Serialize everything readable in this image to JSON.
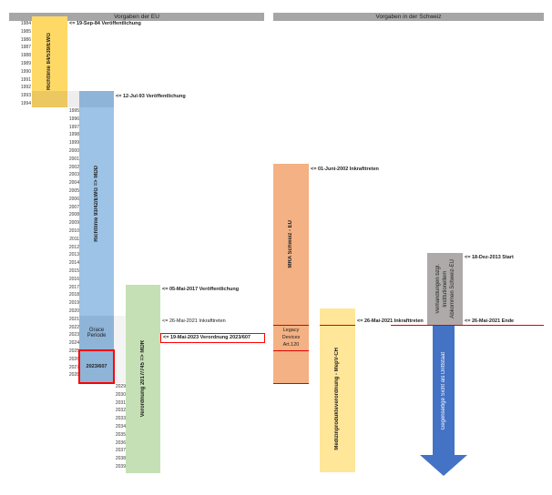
{
  "headers": {
    "eu": "Vorgaben der EU",
    "ch": "Vorgaben in der Schweiz"
  },
  "years": {
    "col1": [
      1984,
      1985,
      1986,
      1987,
      1988,
      1989,
      1990,
      1991,
      1992,
      1993,
      1994
    ],
    "col2": [
      1995,
      1996,
      1997,
      1998,
      1999,
      2000,
      2001,
      2002,
      2003,
      2004,
      2005,
      2006,
      2007,
      2008,
      2009,
      2010,
      2011,
      2012,
      2013,
      2014,
      2015,
      2016,
      2017,
      2018,
      2019,
      2020,
      2021,
      2022,
      2023,
      2024,
      2025,
      2026,
      2027,
      2028
    ],
    "col3": [
      2029,
      2030,
      2031,
      2032,
      2033,
      2034,
      2035,
      2036,
      2037,
      2038,
      2039
    ]
  },
  "eu": {
    "mdd_old": {
      "label": "Richtlinie 84/539/EWG",
      "color": "#ffd966",
      "note": "<= 19-Sep-84 Veröffentlichung"
    },
    "mdd": {
      "label": "Richtlinie 93/42/EWG => MDD",
      "color": "#9dc3e6",
      "note": "<= 12-Jul-93 Veröffentlichung"
    },
    "grace": {
      "label_line1": "Grace",
      "label_line2": "Periode"
    },
    "extension": {
      "label": "2023/607",
      "highlight": "#ff0000"
    },
    "mdr": {
      "label": "Verordnung 2017/745 => MDR",
      "color": "#c5e0b4",
      "note_pub": "<= 05-Mai-2017 Veröffentlichung",
      "note_force": "<= 26-Mai-2021 Inkrafttreten"
    },
    "amendment_note": "<= 19-Mai-2023 Verordnung 2023/607"
  },
  "ch": {
    "mra": {
      "label": "MRA Schweiz - EU",
      "color": "#f4b183",
      "note": "<= 01-Juni-2002 Inkrafttreten"
    },
    "legacy": {
      "line1": "Legacy",
      "line2": "Devices",
      "line3": "Art.120"
    },
    "mepv": {
      "label": "Medizinprodukteverordnung - MepV-CH",
      "color": "#ffe699",
      "note": "<= 26-Mai-2021 Inkrafttreten"
    },
    "negotiation": {
      "label_line1": "Verhandlungen bzgl.",
      "label_line2": "Institutionellem",
      "label_line3": "Abkommen Schweiz-EU",
      "color": "#aeaaaa",
      "note_start": "<= 18-Dez-2013 Start",
      "note_end": "<= 26-Mai-2021 Ende"
    },
    "third_country": {
      "label": "Gegenseitige Sicht als Drittstaat",
      "color": "#4472c4"
    }
  }
}
